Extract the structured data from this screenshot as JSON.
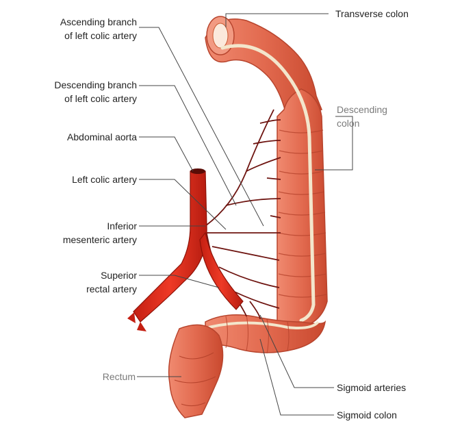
{
  "labels": {
    "ascending_branch": [
      "Ascending branch",
      "of left colic artery"
    ],
    "descending_branch": [
      "Descending branch",
      "of left colic artery"
    ],
    "abdominal_aorta": "Abdominal aorta",
    "left_colic_artery": "Left colic artery",
    "inferior_mesenteric": [
      "Inferior",
      "mesenteric artery"
    ],
    "superior_rectal": [
      "Superior",
      "rectal artery"
    ],
    "rectum": "Rectum",
    "transverse_colon": "Transverse colon",
    "descending_colon": [
      "Descending",
      "colon"
    ],
    "sigmoid_arteries": "Sigmoid arteries",
    "sigmoid_colon": "Sigmoid colon"
  },
  "colors": {
    "colon_fill": "#e8735a",
    "colon_dark": "#c94a32",
    "artery": "#e0301e",
    "vessel": "#6e1410",
    "band": "#f3e6cc",
    "leader": "#444444"
  }
}
